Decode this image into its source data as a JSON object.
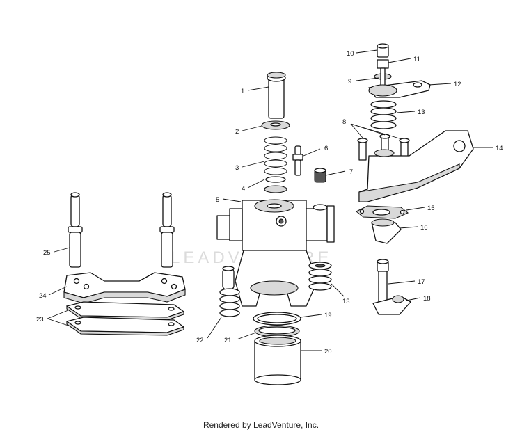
{
  "watermark": "LEADVENTURE",
  "footer": "Rendered by LeadVenture, Inc.",
  "callouts": {
    "c1": "1",
    "c2": "2",
    "c3": "3",
    "c4": "4",
    "c5": "5",
    "c6": "6",
    "c7": "7",
    "c8": "8",
    "c9": "9",
    "c10": "10",
    "c11": "11",
    "c12": "12",
    "c13a": "13",
    "c13b": "13",
    "c14": "14",
    "c15": "15",
    "c16": "16",
    "c17": "17",
    "c18": "18",
    "c19": "19",
    "c20": "20",
    "c21": "21",
    "c22": "22",
    "c23": "23",
    "c24": "24",
    "c25": "25"
  }
}
